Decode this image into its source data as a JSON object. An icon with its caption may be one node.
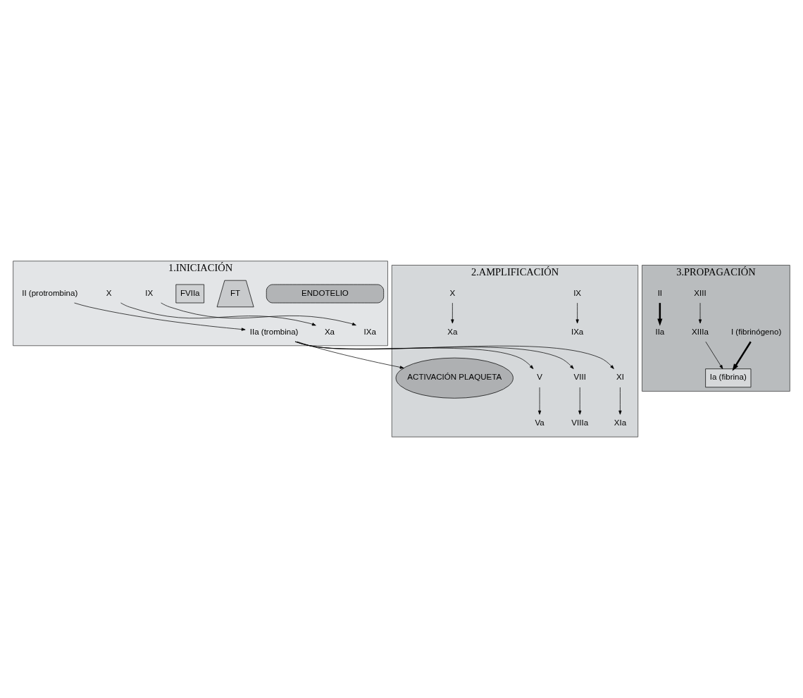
{
  "diagram": {
    "nodes": [
      {
        "text": [
          "1.INICIACIÓN"
        ]
      },
      {
        "text": [
          "ENDOTELIO"
        ],
        "in": 0
      },
      {
        "text": [
          "FT"
        ],
        "in": 0
      },
      {
        "text": [
          "FVIIa"
        ],
        "in": 0
      },
      {
        "text": [
          "IX"
        ],
        "in": 0
      },
      {
        "text": [
          "X"
        ],
        "in": 0
      },
      {
        "text": [
          "IXa"
        ],
        "in": 0
      },
      {
        "text": [
          "Xa"
        ],
        "in": 0
      },
      {
        "text": [
          "IIa (trombina)"
        ],
        "in": 0
      },
      {
        "text": [
          "II (protrombina)"
        ],
        "in": 0
      },
      {
        "text": [
          "2.AMPLIFICACIÓN"
        ]
      },
      {
        "text": [
          "XI"
        ],
        "in": 10
      },
      {
        "text": [
          "VIII"
        ],
        "in": 10
      },
      {
        "text": [
          "V"
        ],
        "in": 10
      },
      {
        "text": [
          "IX"
        ],
        "in": 10
      },
      {
        "text": [
          "XIa"
        ],
        "in": 10
      },
      {
        "text": [
          "X"
        ],
        "in": 10
      },
      {
        "text": [
          "VIIIa"
        ],
        "in": 10
      },
      {
        "text": [
          "IXa"
        ],
        "in": 10
      },
      {
        "text": [
          "Xa"
        ],
        "in": 10
      },
      {
        "text": [
          "Va"
        ],
        "in": 10
      },
      {
        "text": [
          "ACTIVACIÓN PLAQUETA"
        ],
        "in": 10
      },
      {
        "text": [
          "3.PROPAGACIÓN"
        ]
      },
      {
        "text": [
          "I (fibrinógeno)"
        ],
        "in": 22
      },
      {
        "text": [
          "Ia (fibrina)"
        ],
        "in": 22
      },
      {
        "text": [
          "IIa"
        ],
        "in": 22
      },
      {
        "text": [
          "XIII"
        ],
        "in": 22
      },
      {
        "text": [
          "XIIIa"
        ],
        "in": 22
      },
      {
        "text": [
          "II"
        ],
        "in": 22
      }
    ],
    "edges": [
      {
        "from": 4,
        "to": 6,
        "arrow": "to"
      },
      {
        "from": 5,
        "to": 7,
        "arrow": "to"
      },
      {
        "from": 9,
        "to": 8,
        "arrow": "to"
      },
      {
        "from": 8,
        "to": 11,
        "arrow": "to"
      },
      {
        "from": 8,
        "to": 12,
        "arrow": "to"
      },
      {
        "from": 8,
        "to": 13,
        "arrow": "to"
      },
      {
        "from": 8,
        "to": 21,
        "arrow": "to"
      },
      {
        "from": 11,
        "to": 15,
        "arrow": "to"
      },
      {
        "from": 12,
        "to": 17,
        "arrow": "to"
      },
      {
        "from": 13,
        "to": 20,
        "arrow": "to"
      },
      {
        "from": 14,
        "to": 18,
        "arrow": "to"
      },
      {
        "from": 16,
        "to": 19,
        "arrow": "to"
      },
      {
        "from": 28,
        "to": 25,
        "arrow": "to",
        "style": "thick"
      },
      {
        "from": 23,
        "to": 24,
        "arrow": "to",
        "style": "thick"
      },
      {
        "from": 26,
        "to": 27,
        "arrow": "to"
      },
      {
        "from": 27,
        "to": 24,
        "arrow": "to"
      }
    ]
  }
}
